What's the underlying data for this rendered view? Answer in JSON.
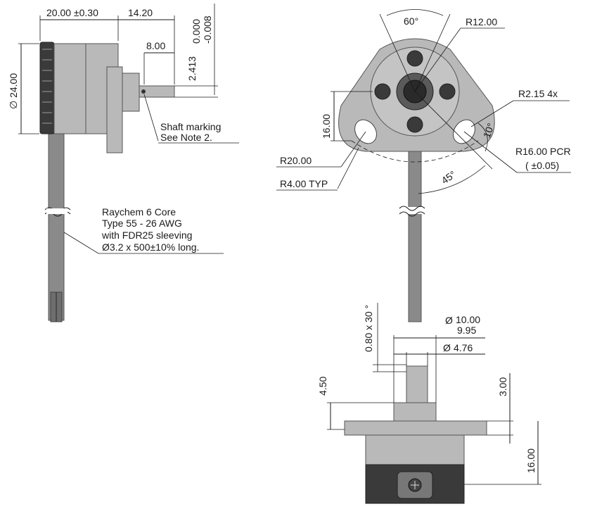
{
  "side_view": {
    "dim_length": "20.00 ±0.30",
    "dim_shaft_len": "14.20",
    "dim_8": "8.00",
    "dim_tol_upper": "0.000",
    "dim_tol_lower": "-0.008",
    "dim_2413": "2.413",
    "dim_diameter": "∅ 24.00",
    "shaft_note_line1": "Shaft marking",
    "shaft_note_line2": "See Note 2.",
    "cable_note_line1": "Raychem 6 Core",
    "cable_note_line2": "Type 55 - 26 AWG",
    "cable_note_line3": "with FDR25 sleeving",
    "cable_note_line4": "Ø3.2 x 500±10% long."
  },
  "front_view": {
    "angle_60": "60°",
    "radius_12": "R12.00",
    "radius_2_15": "R2.15  4x",
    "dim_16": "16.00",
    "angle_10": "10°",
    "pcr_line1": "R16.00 PCR",
    "pcr_line2": "( ±0.05)",
    "radius_20": "R20.00",
    "angle_45": "45°",
    "radius_4": "R4.00 TYP"
  },
  "bottom_view": {
    "chamfer": "0.80 x 30 °",
    "dia_upper": "10.00",
    "dia_lower": "9.95",
    "dia_4_76": "4.76",
    "dim_4_50": "4.50",
    "dim_3_00": "3.00",
    "dim_16": "16.00"
  },
  "colors": {
    "line": "#1a1a1a",
    "body_grey": "#b9b9b9",
    "cable_grey": "#8a8a8a",
    "dark": "#3a3a3a"
  }
}
